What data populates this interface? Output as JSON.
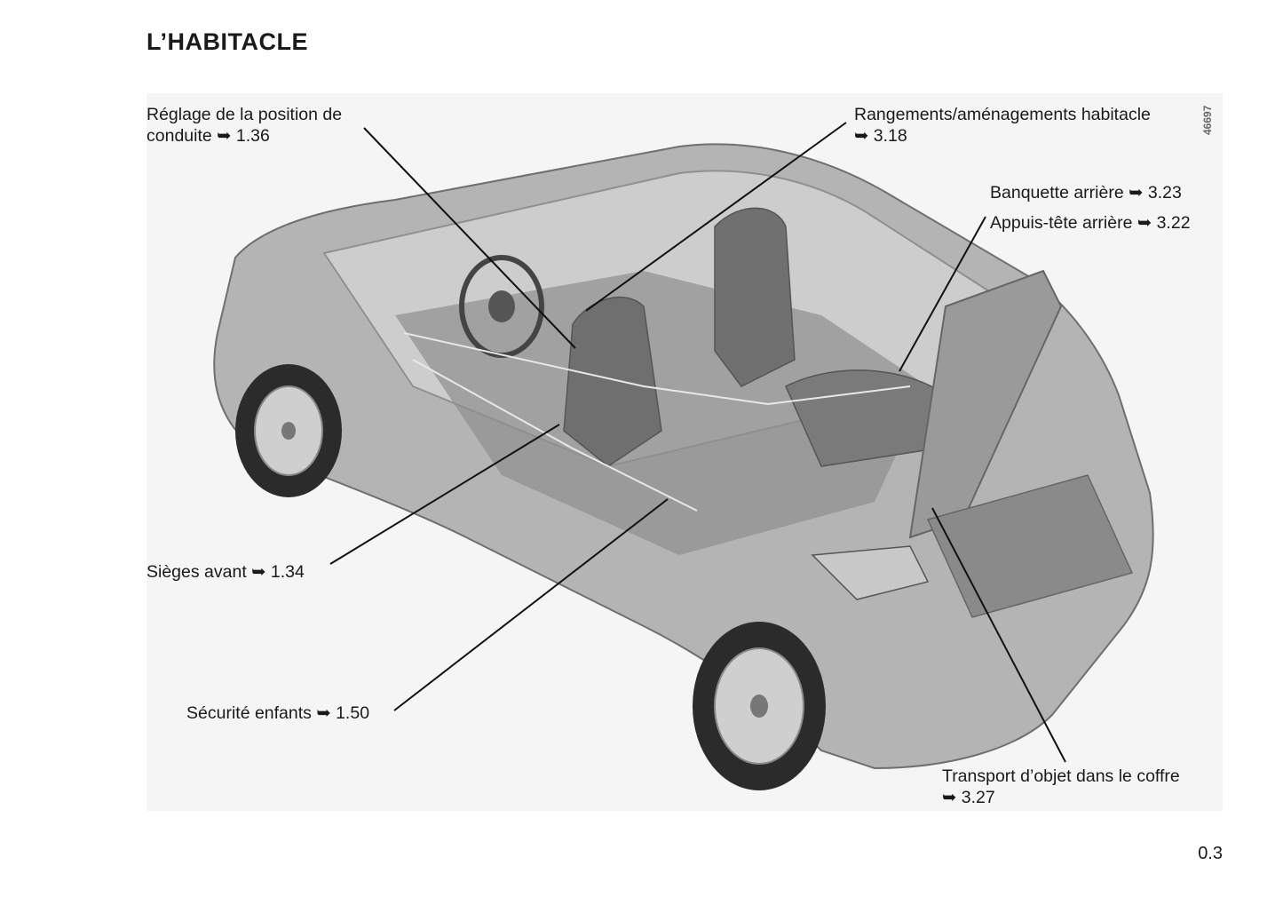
{
  "page": {
    "title": "L’HABITACLE",
    "page_number": "0.3",
    "figure_code": "46697"
  },
  "callouts": {
    "reglage": {
      "line1": "Réglage de la position de",
      "line2": "conduite ➥ 1.36"
    },
    "rangements": {
      "line1": "Rangements/aménagements habitacle",
      "line2": "➥ 3.18"
    },
    "banquette": {
      "text": "Banquette arrière ➥ 3.23"
    },
    "appuis": {
      "text": "Appuis-tête arrière ➥ 3.22"
    },
    "sieges": {
      "text": "Sièges avant ➥ 1.34"
    },
    "securite": {
      "text": "Sécurité enfants ➥ 1.50"
    },
    "transport": {
      "line1": "Transport d’objet dans le coffre",
      "line2": "➥ 3.27"
    }
  },
  "figure": {
    "illustration": "car-interior-cutaway",
    "colors": {
      "body": "#a9a9a9",
      "body_dark": "#7d7d7d",
      "glass": "#d6d6d6",
      "tire": "#2b2b2b",
      "rim": "#cfcfcf"
    }
  }
}
